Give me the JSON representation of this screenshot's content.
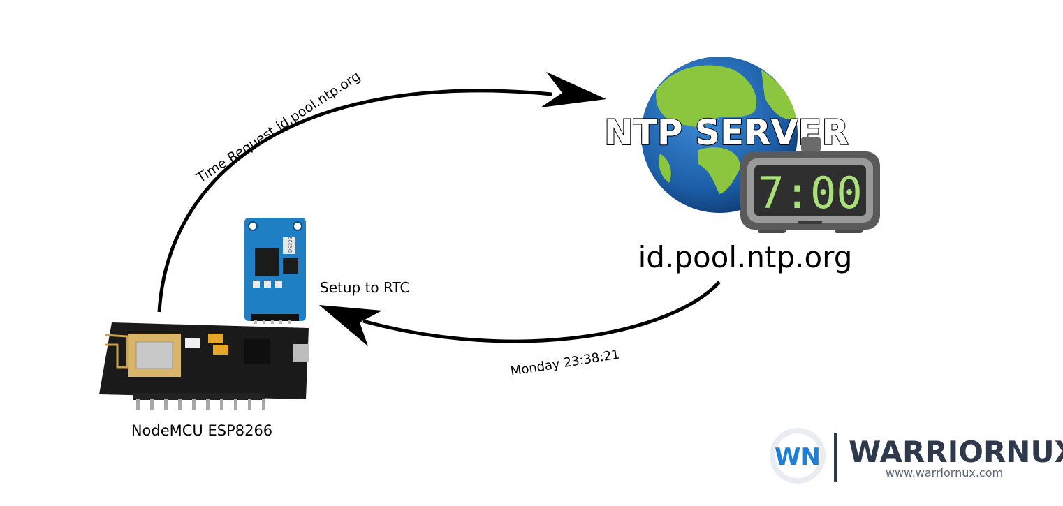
{
  "labels": {
    "time_request": "Time Request id.pool.ntp.org",
    "server_title": "NTP SERVER",
    "server_host": "id.pool.ntp.org",
    "clock_display": "7:00",
    "setup_rtc": "Setup to RTC",
    "response_time": "Monday 23:38:21",
    "device_name": "NodeMCU ESP8266",
    "rtc_chip": "DS3231"
  },
  "brand": {
    "name": "WARRIORNUX",
    "url": "www.warriornux.com",
    "mark": "WN"
  },
  "colors": {
    "globe_ocean": "#1d5fa8",
    "globe_land": "#8cc63f",
    "clock_body": "#5a5a5a",
    "clock_digits": "#a9e07a",
    "rtc_board": "#1f7fc4",
    "mcu_board": "#1a1a1a",
    "brand_dark": "#2e3a4b",
    "brand_blue": "#1e7fd6"
  }
}
